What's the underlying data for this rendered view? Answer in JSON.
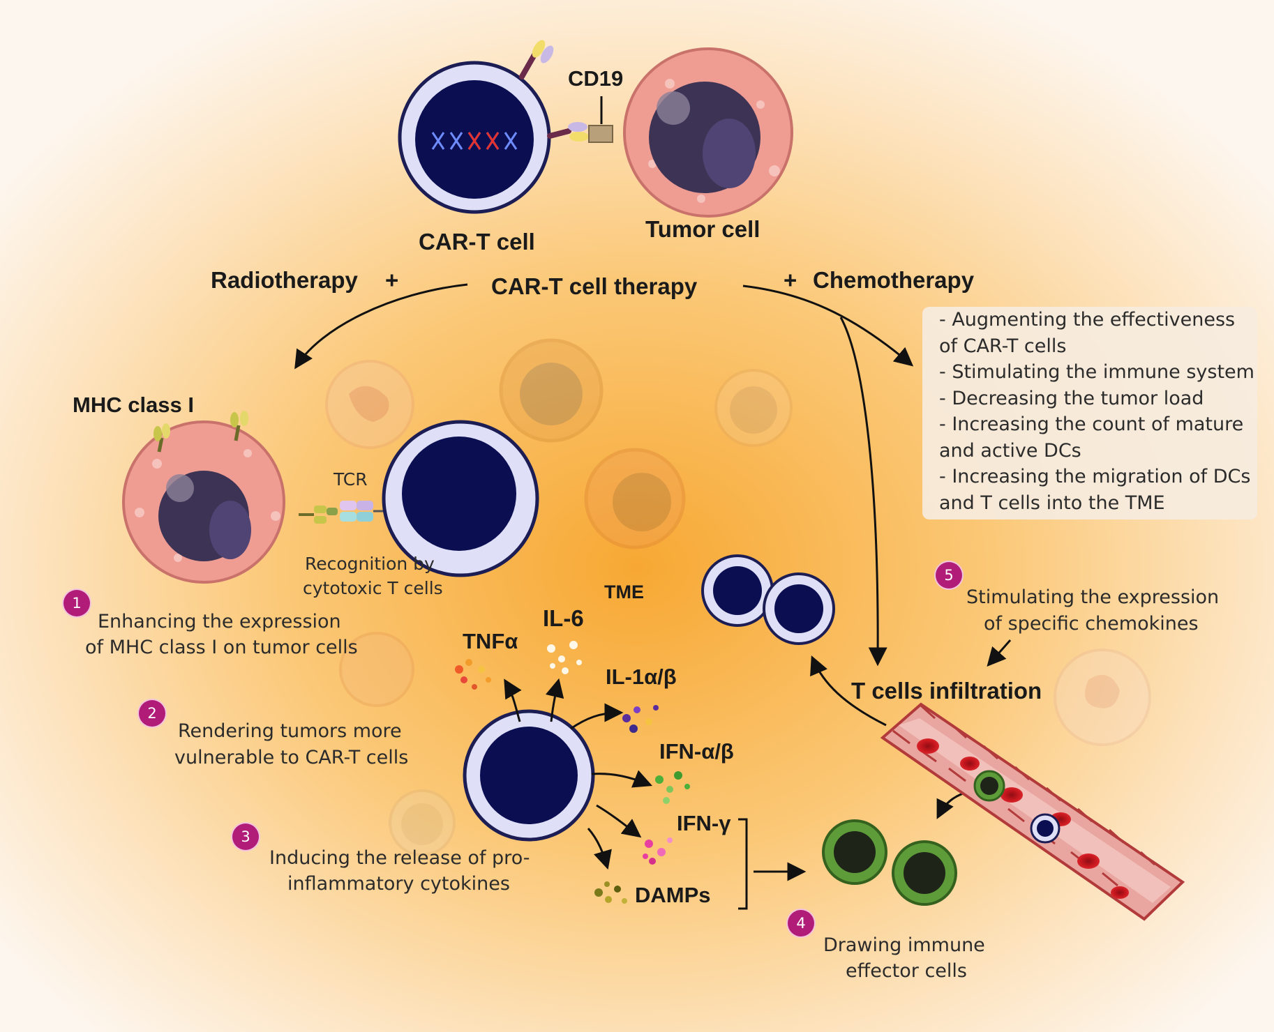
{
  "labels": {
    "cd19": "CD19",
    "car_t_cell": "CAR-T cell",
    "tumor_cell": "Tumor cell",
    "radiotherapy": "Radiotherapy",
    "plus_left": "+",
    "car_t_therapy": "CAR-T cell therapy",
    "plus_right": "+",
    "chemotherapy": "Chemotherapy",
    "mhc_class_i": "MHC class I",
    "tcr": "TCR",
    "recognition_line1": "Recognition by",
    "recognition_line2": "cytotoxic T cells",
    "tme": "TME",
    "t_cells_infiltration": "T cells infiltration"
  },
  "chemo_effects": [
    "- Augmenting the effectiveness",
    "of CAR-T cells",
    "- Stimulating the immune system",
    "- Decreasing the tumor load",
    "- Increasing the count of mature",
    "and active DCs",
    "- Increasing the migration of DCs",
    "and T cells into the TME"
  ],
  "cytokines": {
    "tnf": "TNFα",
    "il6": "IL-6",
    "il1": "IL-1α/β",
    "ifn_ab": "IFN-α/β",
    "ifn_g": "IFN-γ",
    "damps": "DAMPs"
  },
  "steps": [
    {
      "number": "1",
      "line1": "Enhancing the expression",
      "line2": "of MHC class I on tumor cells"
    },
    {
      "number": "2",
      "line1": "Rendering tumors more",
      "line2": "vulnerable to CAR-T cells"
    },
    {
      "number": "3",
      "line1": "Inducing the release of pro-",
      "line2": "inflammatory cytokines"
    },
    {
      "number": "4",
      "line1": "Drawing immune",
      "line2": "effector cells"
    },
    {
      "number": "5",
      "line1": "Stimulating the expression",
      "line2": "of specific chemokines"
    }
  ],
  "colors": {
    "background_center": "#f9b54a",
    "background_edge": "#fdf6ee",
    "tumor_cell": "#ef9c93",
    "tumor_nucleus": "#3d3355",
    "t_cell_membrane": "#dfe0f7",
    "t_cell_nucleus": "#0b0f52",
    "step_badge": "#b01c78",
    "effector_cell": "#5e9c3a",
    "blood_vessel": "#d9433f"
  }
}
